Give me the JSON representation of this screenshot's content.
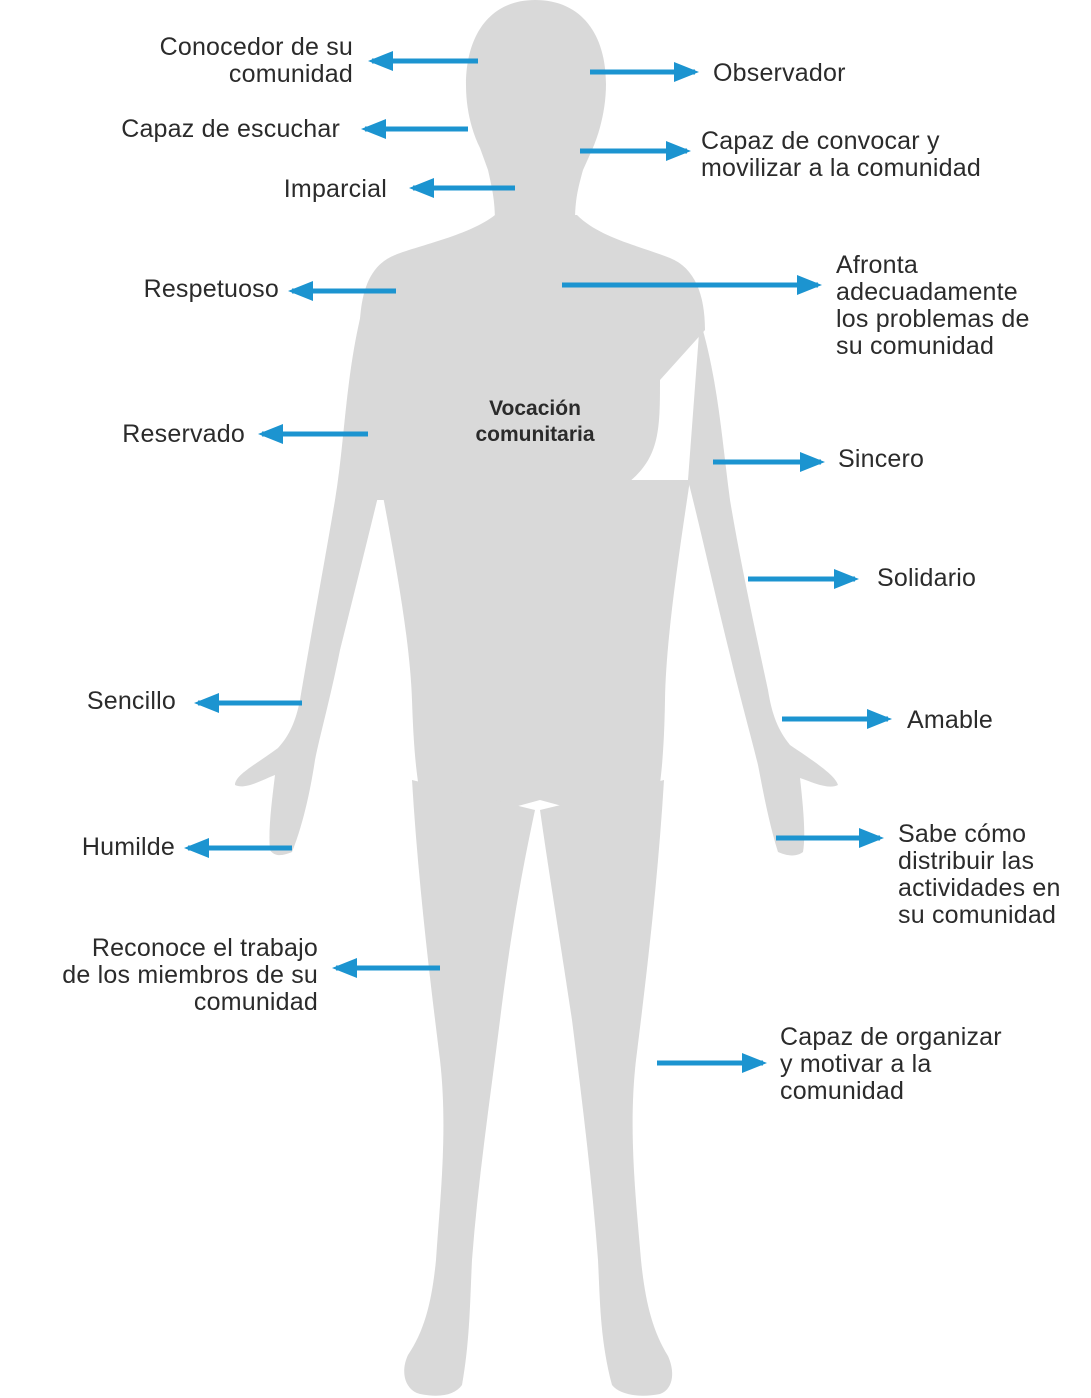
{
  "diagram": {
    "center_label": "Vocación\ncomunitaria",
    "colors": {
      "silhouette": "#d9d9d9",
      "arrow": "#1c94d0",
      "text": "#2b2b2b"
    },
    "left_labels": {
      "conocedor": "Conocedor de su\ncomunidad",
      "escuchar": "Capaz de escuchar",
      "imparcial": "Imparcial",
      "respetuoso": "Respetuoso",
      "reservado": "Reservado",
      "sencillo": "Sencillo",
      "humilde": "Humilde",
      "reconoce": "Reconoce el trabajo\nde los miembros de su\ncomunidad"
    },
    "right_labels": {
      "observador": "Observador",
      "convocar": "Capaz de convocar y\nmovilizar a la comunidad",
      "afronta": "Afronta\nadecuadamente\nlos problemas de\nsu comunidad",
      "sincero": "Sincero",
      "solidario": "Solidario",
      "amable": "Amable",
      "distribuir": "Sabe cómo\ndistribuir las\nactividades en\nsu comunidad",
      "organizar": "Capaz de organizar\ny motivar a la\ncomunidad"
    }
  }
}
